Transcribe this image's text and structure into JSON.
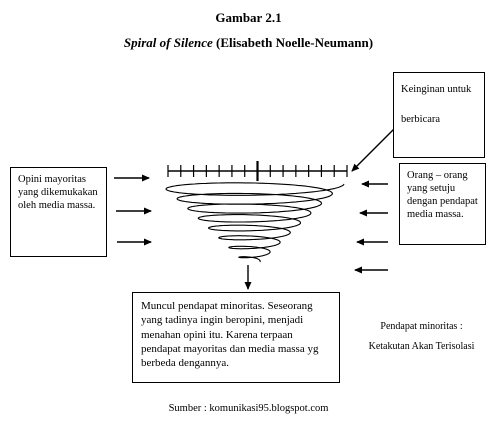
{
  "figure": {
    "label": "Gambar 2.1",
    "title_italic": "Spiral of Silence",
    "title_rest": " (Elisabeth Noelle-Neumann)"
  },
  "boxes": {
    "desire_to_speak": {
      "line1": "Keinginan untuk",
      "line2": "berbicara"
    },
    "majority_opinion": {
      "text": "Opini mayoritas yang dikemukakan oleh media massa."
    },
    "agreeing_people": {
      "text": "Orang – orang yang setuju dengan pendapat media massa."
    },
    "minority_emerges": {
      "text": "Muncul pendapat minoritas. Seseorang yang tadinya ingin beropini, menjadi menahan opini itu. Karena terpaan pendapat mayoritas dan media massa yg berbeda dengannya."
    }
  },
  "minority_note": {
    "line1": "Pendapat minoritas :",
    "line2": "Ketakutan Akan Terisolasi"
  },
  "source": "Sumber : komunikasi95.blogspot.com"
}
